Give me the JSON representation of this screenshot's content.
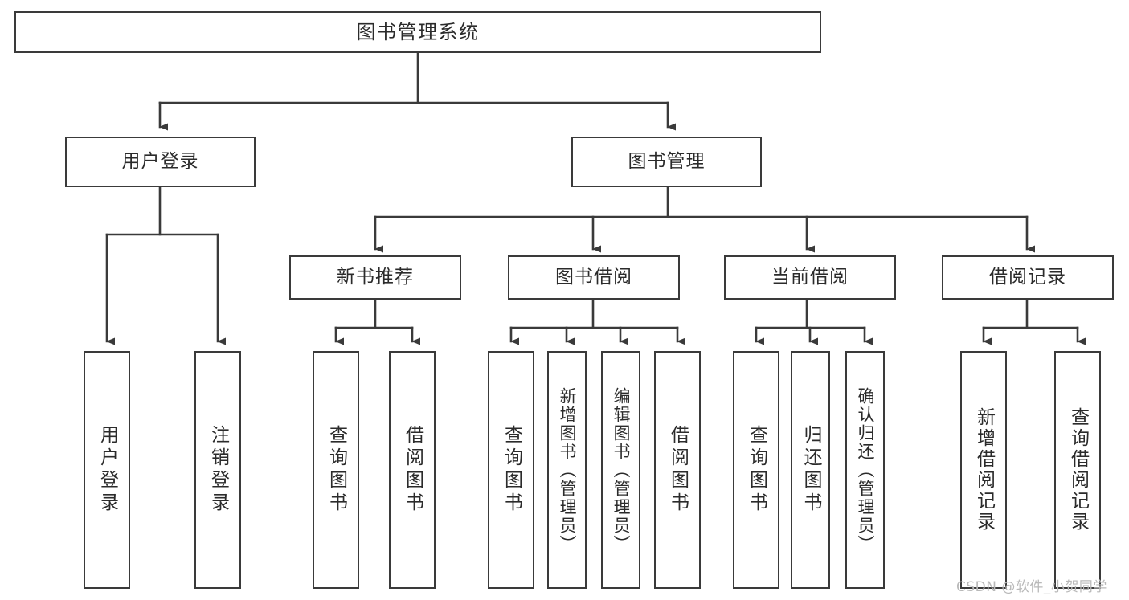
{
  "diagram": {
    "title": "图书管理系统",
    "type": "hierarchy-tree",
    "root": {
      "id": "root",
      "label": "图书管理系统",
      "orientation": "horizontal"
    },
    "level2": [
      {
        "id": "user-login",
        "label": "用户登录",
        "orientation": "horizontal"
      },
      {
        "id": "book-manage",
        "label": "图书管理",
        "orientation": "horizontal"
      }
    ],
    "level3": [
      {
        "id": "new-book-recommend",
        "label": "新书推荐",
        "orientation": "horizontal",
        "parent": "book-manage"
      },
      {
        "id": "book-borrow",
        "label": "图书借阅",
        "orientation": "horizontal",
        "parent": "book-manage"
      },
      {
        "id": "current-borrow",
        "label": "当前借阅",
        "orientation": "horizontal",
        "parent": "book-manage"
      },
      {
        "id": "borrow-record",
        "label": "借阅记录",
        "orientation": "horizontal",
        "parent": "book-manage"
      }
    ],
    "leaves": [
      {
        "id": "leaf-user-login",
        "label": "用户登录",
        "parent": "user-login"
      },
      {
        "id": "leaf-user-logout",
        "label": "注销登录",
        "parent": "user-login"
      },
      {
        "id": "leaf-query-book-1",
        "label": "查询图书",
        "parent": "new-book-recommend"
      },
      {
        "id": "leaf-borrow-book-1",
        "label": "借阅图书",
        "parent": "new-book-recommend"
      },
      {
        "id": "leaf-query-book-2",
        "label": "查询图书",
        "parent": "book-borrow"
      },
      {
        "id": "leaf-add-book",
        "label": "新增图书（管理员）",
        "parent": "book-borrow"
      },
      {
        "id": "leaf-edit-book",
        "label": "编辑图书（管理员）",
        "parent": "book-borrow"
      },
      {
        "id": "leaf-borrow-book-2",
        "label": "借阅图书",
        "parent": "book-borrow"
      },
      {
        "id": "leaf-query-book-3",
        "label": "查询图书",
        "parent": "current-borrow"
      },
      {
        "id": "leaf-return-book",
        "label": "归还图书",
        "parent": "current-borrow"
      },
      {
        "id": "leaf-confirm-return",
        "label": "确认归还（管理员）",
        "parent": "current-borrow"
      },
      {
        "id": "leaf-add-record",
        "label": "新增借阅记录",
        "parent": "borrow-record"
      },
      {
        "id": "leaf-query-record",
        "label": "查询借阅记录",
        "parent": "borrow-record"
      }
    ],
    "colors": {
      "border": "#3a3a3a",
      "background": "#ffffff",
      "text": "#2b2b2b",
      "connector": "#3a3a3a",
      "watermark": "#b9b9b9"
    }
  },
  "watermark": {
    "text": "CSDN @软件_小贺同学"
  }
}
